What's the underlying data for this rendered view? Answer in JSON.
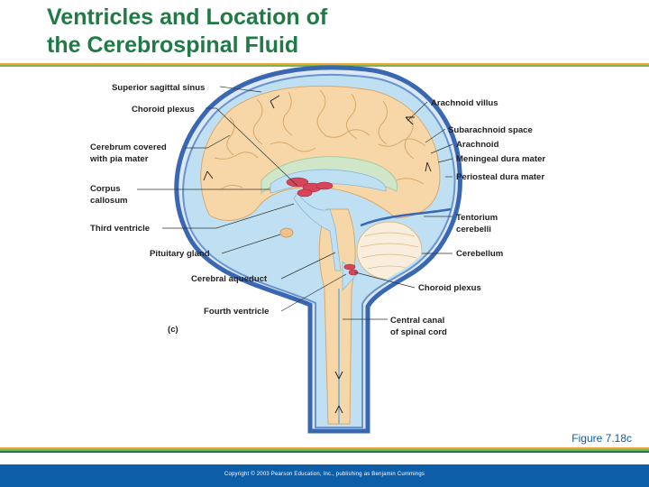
{
  "slide": {
    "title_lines": [
      "Ventricles and Location of",
      "the Cerebrospinal Fluid"
    ],
    "figure_label": "Figure 7.18c",
    "copyright": "Copyright © 2003 Pearson Education, Inc., publishing as Benjamin Cummings"
  },
  "diagram": {
    "panel_letter": "(c)",
    "labels": {
      "superior_sagittal_sinus": "Superior sagittal sinus",
      "choroid_plexus_top": "Choroid plexus",
      "cerebrum_line1": "Cerebrum covered",
      "cerebrum_line2": "with pia mater",
      "corpus_line1": "Corpus",
      "corpus_line2": "callosum",
      "third_ventricle": "Third ventricle",
      "pituitary_gland": "Pituitary gland",
      "cerebral_aqueduct": "Cerebral aqueduct",
      "fourth_ventricle": "Fourth ventricle",
      "arachnoid_villus": "Arachnoid villus",
      "subarachnoid_space": "Subarachnoid space",
      "arachnoid": "Arachnoid",
      "meningeal_dura_mater": "Meningeal dura mater",
      "periosteal_dura_mater": "Periosteal dura mater",
      "tentorium_line1": "Tentorium",
      "tentorium_line2": "cerebelli",
      "cerebellum": "Cerebellum",
      "choroid_plexus_bottom": "Choroid plexus",
      "central_canal_line1": "Central canal",
      "central_canal_line2": "of spinal cord"
    }
  },
  "colors": {
    "title": "#1f7a45",
    "footer_bar": "#0d5ea8",
    "stripes": [
      "#f0a340",
      "#7ab648",
      "#1f7a45",
      "#0d5ea8"
    ],
    "brain_tissue": "#f7d7a8",
    "csf": "#bfe0f2",
    "dura": "#3a67b2",
    "choroid_plexus": "#d7455a"
  }
}
